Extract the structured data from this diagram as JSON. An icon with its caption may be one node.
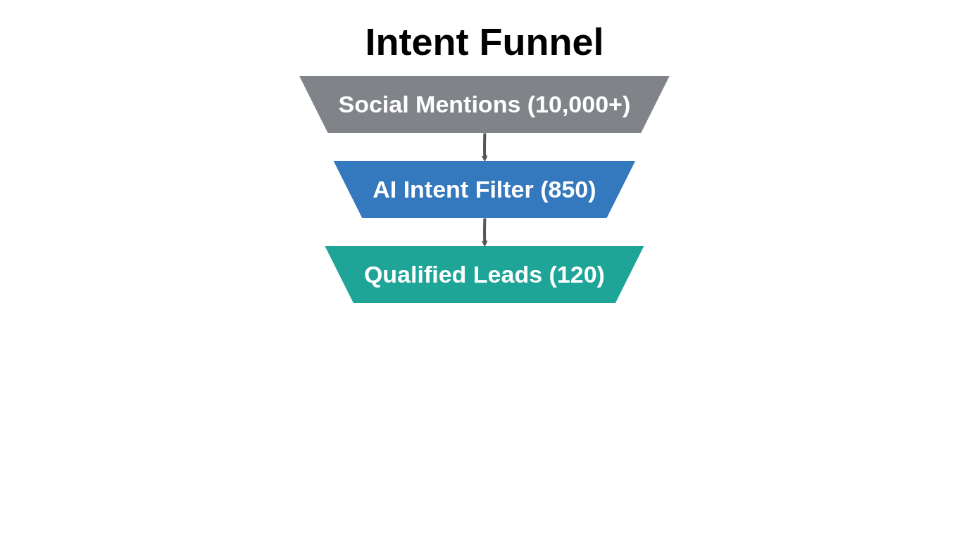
{
  "diagram": {
    "title": "Intent Funnel",
    "nodes": [
      {
        "text": [
          "Social Mentions (10,000+)"
        ]
      },
      {
        "text": [
          "AI Intent Filter (850)"
        ]
      },
      {
        "text": [
          "Qualified Leads (120)"
        ]
      }
    ],
    "edges": [
      {
        "from": 0,
        "to": 1,
        "arrow": "to"
      },
      {
        "from": 1,
        "to": 2,
        "arrow": "to"
      }
    ]
  }
}
